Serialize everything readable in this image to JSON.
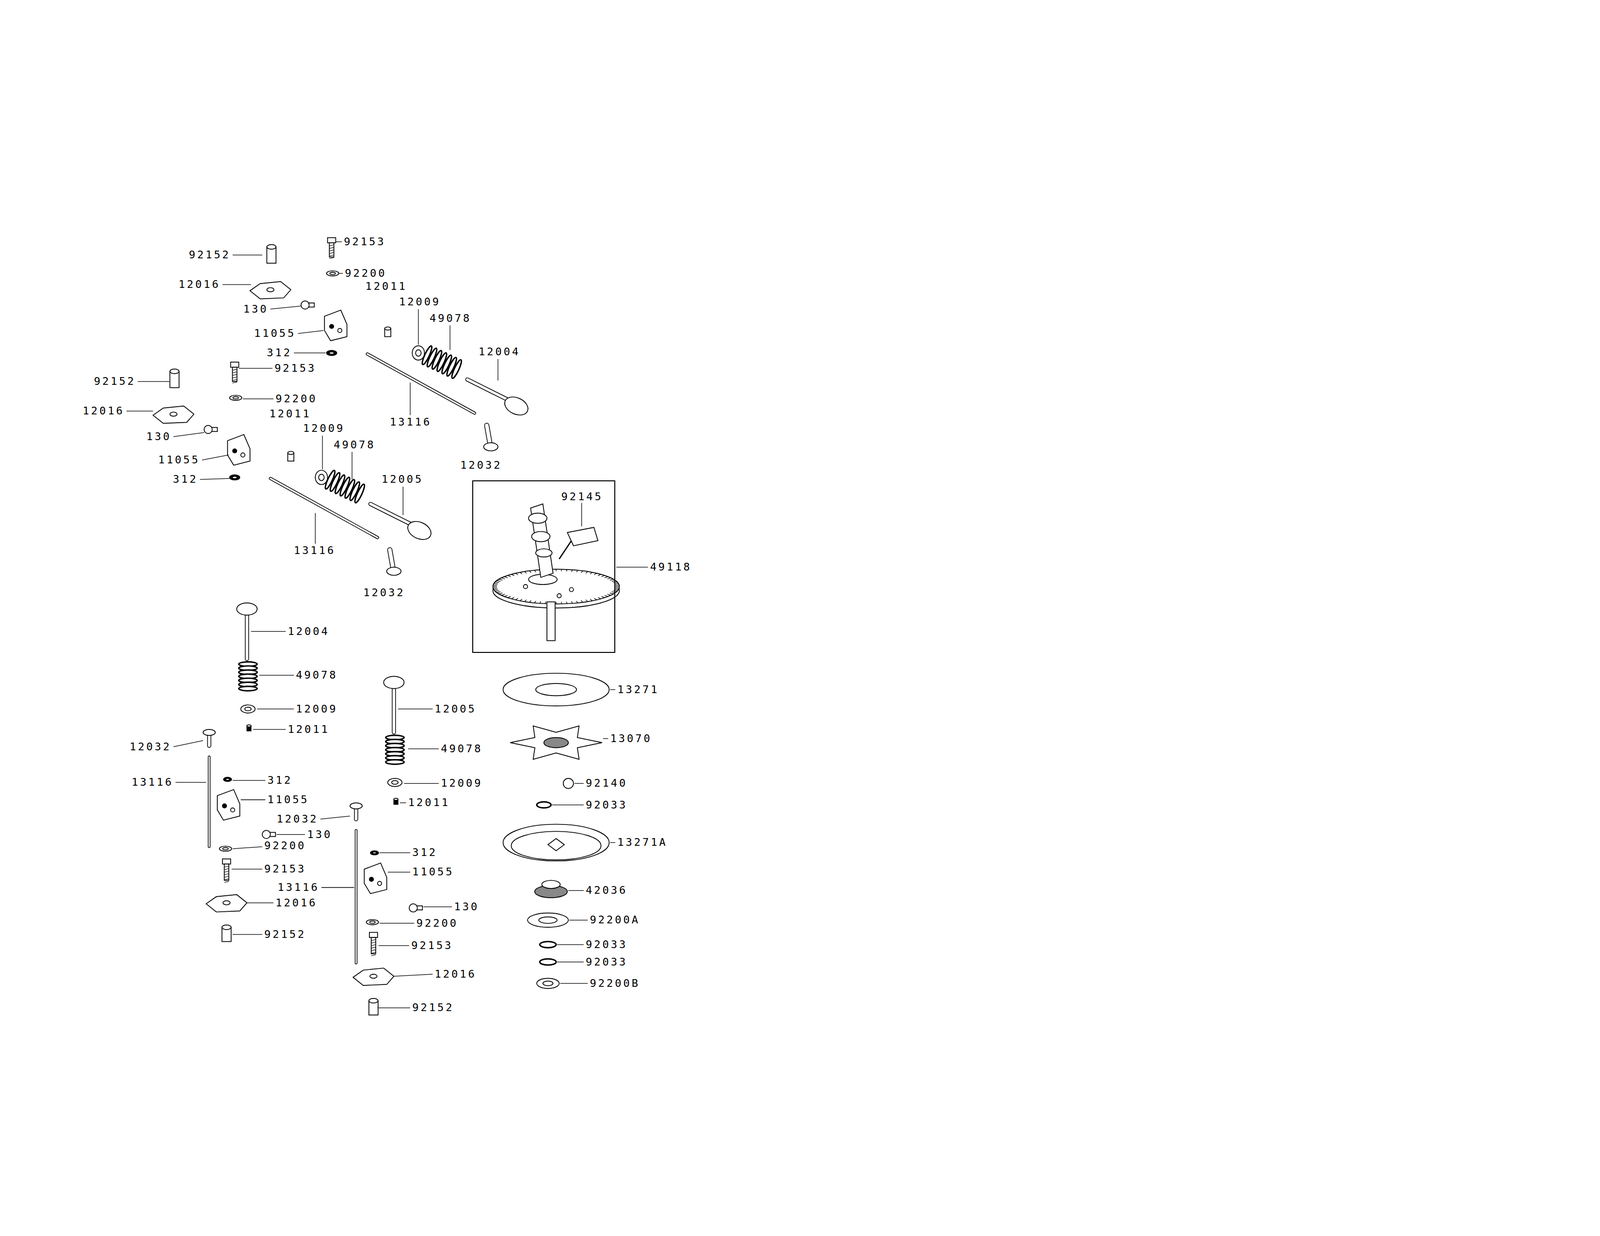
{
  "diagram": {
    "nodes": [
      {
        "text": [
          "92145"
        ]
      }
    ],
    "labels": [
      "92152",
      "92153",
      "12016",
      "92200",
      "12011",
      "12009",
      "130",
      "49078",
      "11055",
      "12004",
      "312",
      "92152",
      "92153",
      "92200",
      "12016",
      "12011",
      "12009",
      "49078",
      "130",
      "13116",
      "11055",
      "12032",
      "312",
      "12005",
      "49118",
      "13116",
      "12032",
      "12004",
      "49078",
      "13271",
      "12009",
      "12005",
      "12011",
      "13070",
      "12032",
      "49078",
      "13116",
      "312",
      "12009",
      "92140",
      "11055",
      "12011",
      "92033",
      "12032",
      "130",
      "92200",
      "13271A",
      "312",
      "92153",
      "12016",
      "13116",
      "92152",
      "11055",
      "130",
      "42036",
      "92200",
      "92200A",
      "92153",
      "92033",
      "92033",
      "12016",
      "92200B",
      "92152"
    ]
  }
}
